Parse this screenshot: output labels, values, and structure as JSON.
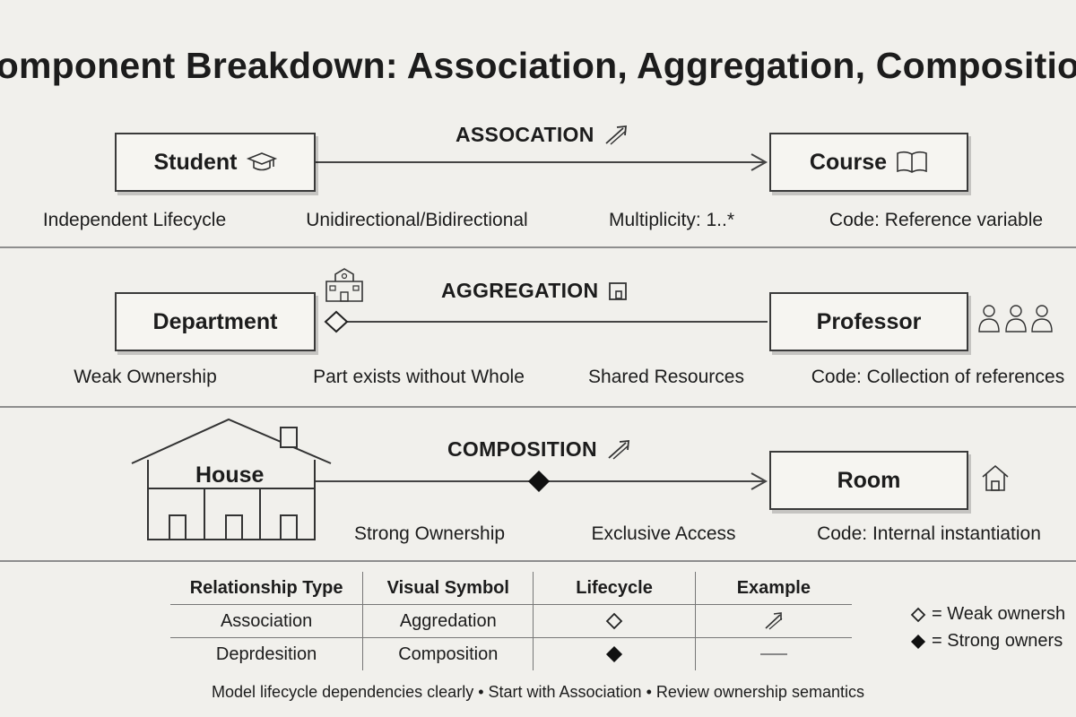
{
  "title": "omponent Breakdown: Association, Aggregation, Compositio",
  "sections": {
    "association": {
      "label": "ASSOCATION",
      "source": "Student",
      "target": "Course",
      "captions": [
        "Independent Lifecycle",
        "Unidirectional/Bidirectional",
        "Multiplicity: 1..*",
        "Code: Reference variable"
      ]
    },
    "aggregation": {
      "label": "AGGREGATION",
      "source": "Department",
      "target": "Professor",
      "captions": [
        "Weak Ownership",
        "Part exists without Whole",
        "Shared Resources",
        "Code: Collection of references"
      ]
    },
    "composition": {
      "label": "COMPOSITION",
      "source": "House",
      "target": "Room",
      "captions": [
        "Strong Ownership",
        "Exclusive Access",
        "Code: Internal instantiation"
      ]
    }
  },
  "table": {
    "headers": [
      "Relationship Type",
      "Visual Symbol",
      "Lifecycle",
      "Example"
    ],
    "rows": [
      {
        "type": "Association",
        "symbol": "Aggredation",
        "lifecycle_icon": "hollow-diamond",
        "example_icon": "arrow"
      },
      {
        "type": "Deprdesition",
        "symbol": "Composition",
        "lifecycle_icon": "filled-diamond",
        "example_icon": "line"
      }
    ]
  },
  "legend": [
    {
      "icon": "hollow-diamond",
      "text": "= Weak ownersh"
    },
    {
      "icon": "filled-diamond",
      "text": "= Strong owners"
    }
  ],
  "footer": "Model lifecycle dependencies clearly • Start with Association • Review ownership semantics"
}
